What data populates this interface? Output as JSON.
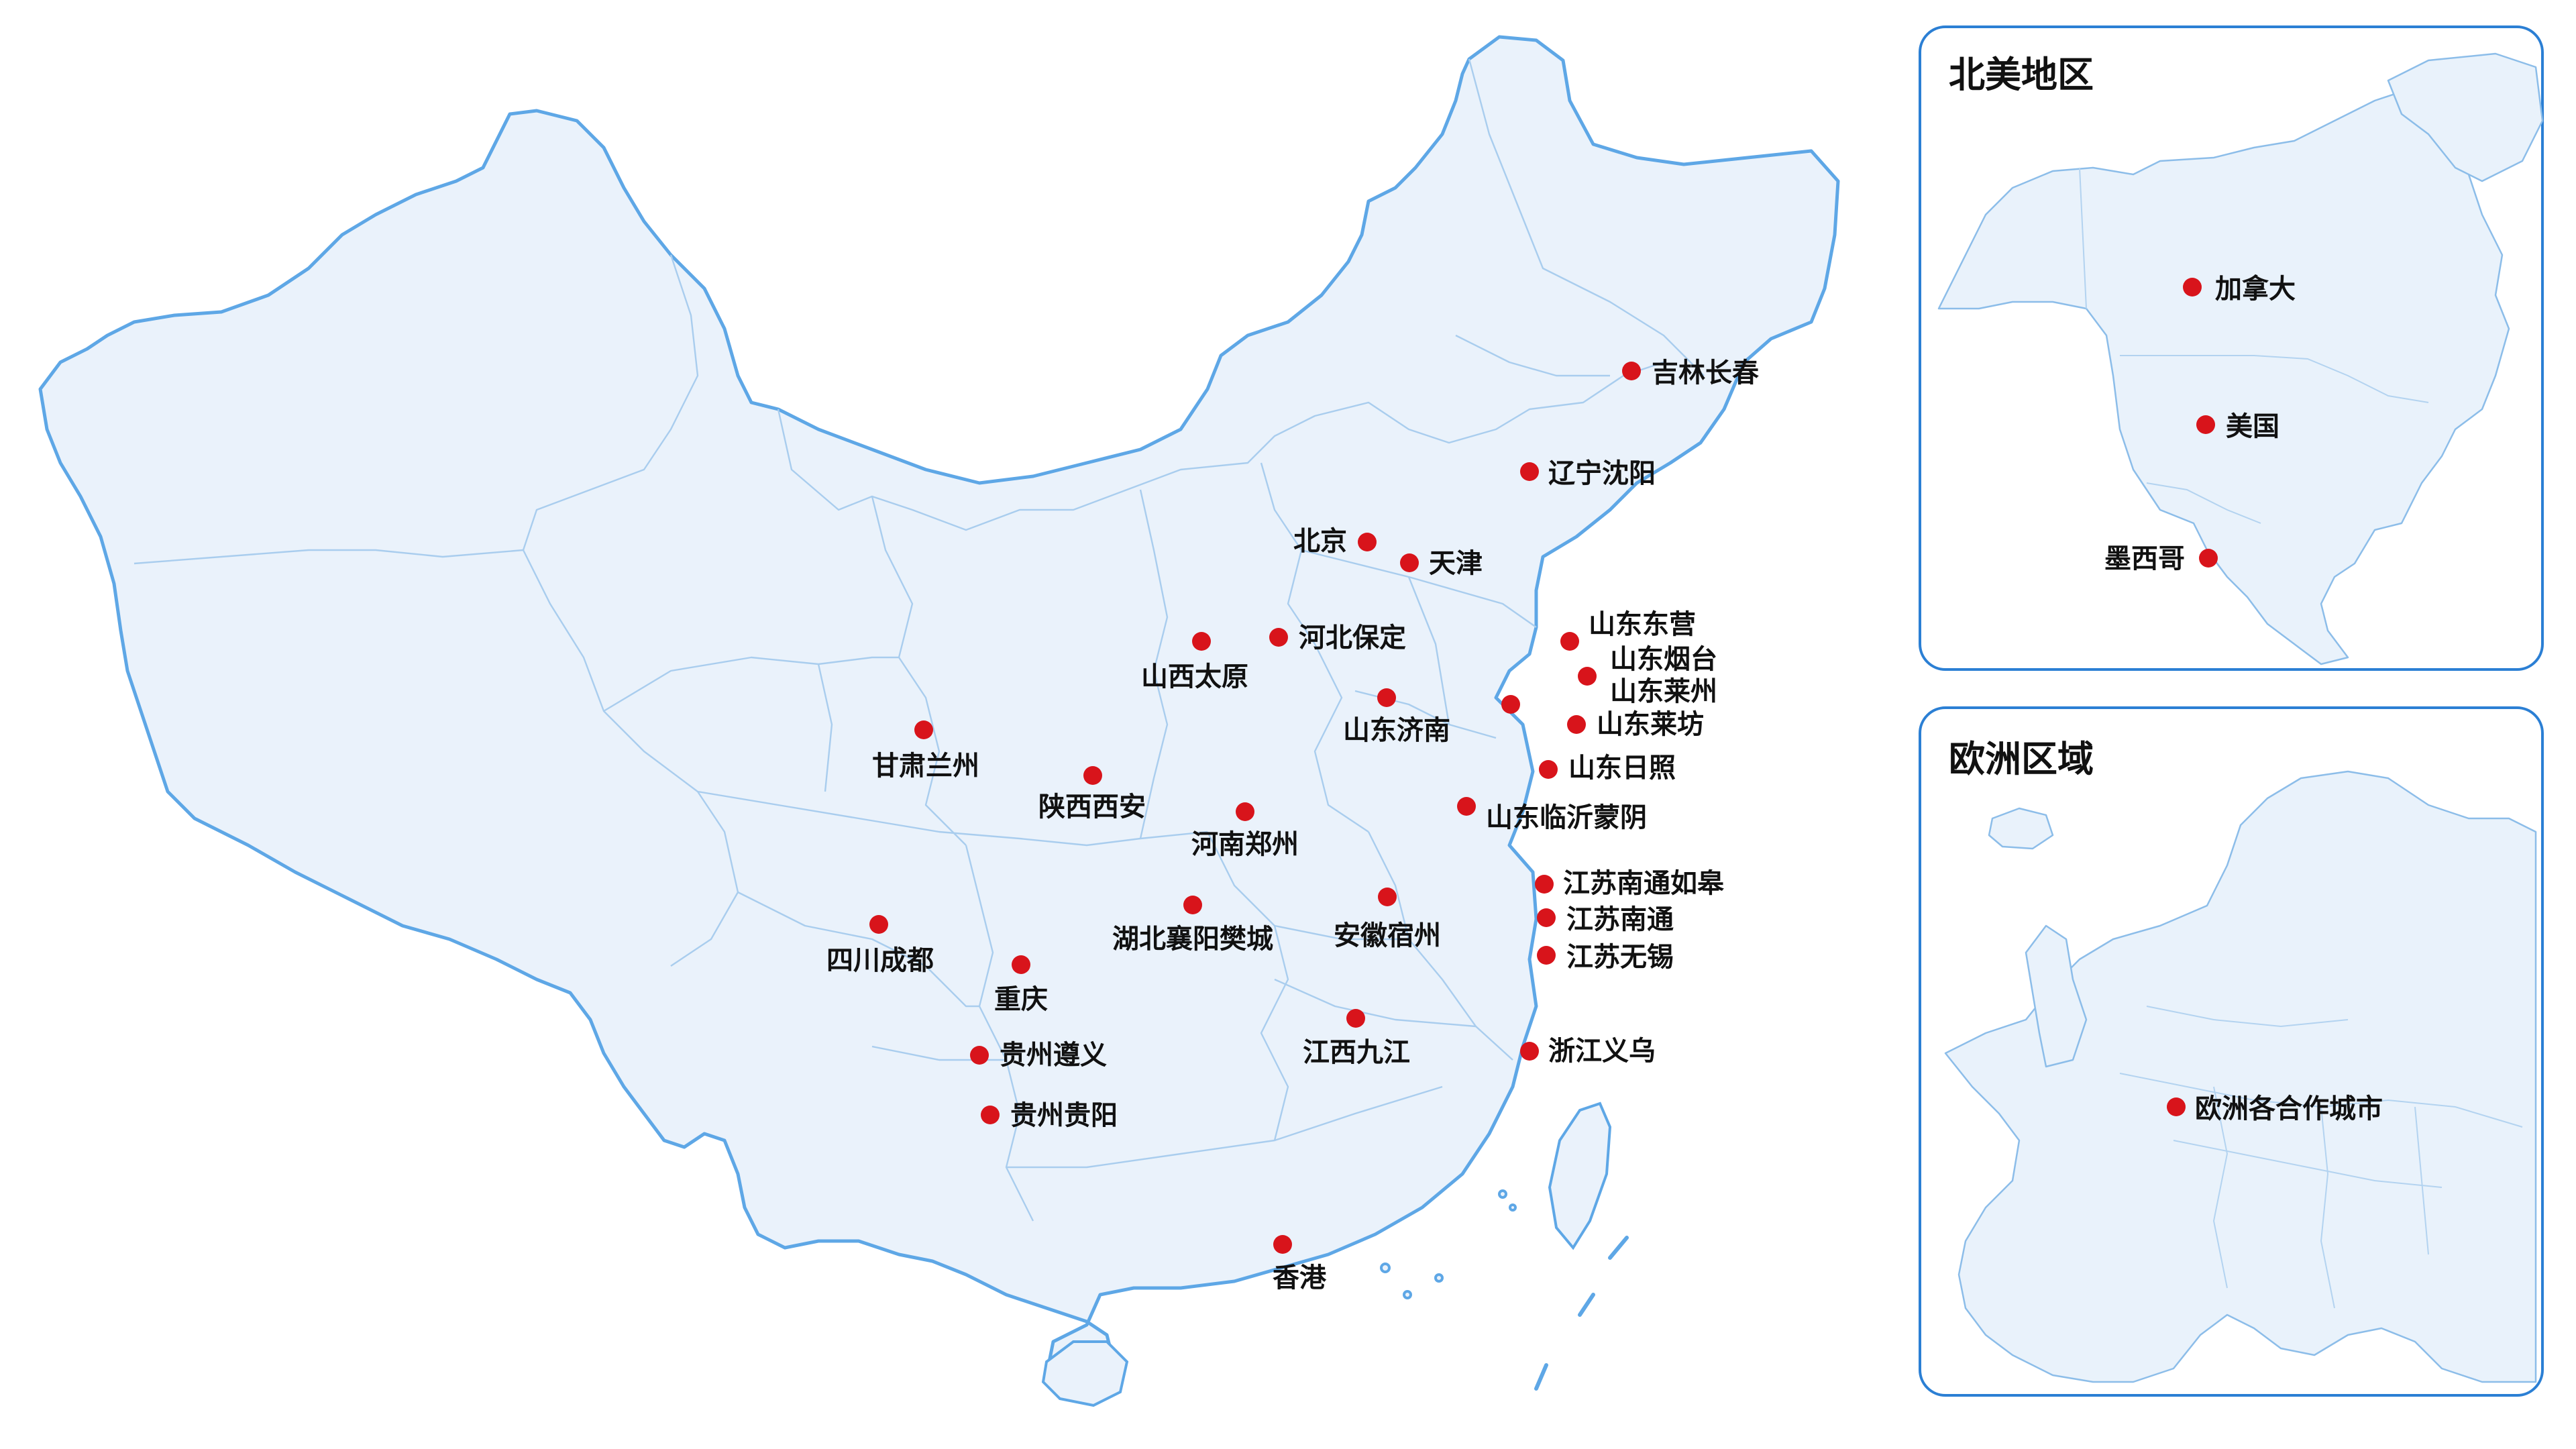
{
  "map": {
    "china_cities": [
      {
        "id": "jilin-changchun",
        "label": "吉林长春"
      },
      {
        "id": "liaoning-shenyang",
        "label": "辽宁沈阳"
      },
      {
        "id": "beijing",
        "label": "北京"
      },
      {
        "id": "tianjin",
        "label": "天津"
      },
      {
        "id": "hebei-baoding",
        "label": "河北保定"
      },
      {
        "id": "shanxi-taiyuan",
        "label": "山西太原"
      },
      {
        "id": "shandong-dongying",
        "label": "山东东营"
      },
      {
        "id": "shandong-yantai",
        "label": "山东烟台"
      },
      {
        "id": "shandong-laizhou",
        "label": "山东莱州"
      },
      {
        "id": "shandong-weifang",
        "label": "山东莱坊"
      },
      {
        "id": "shandong-jinan",
        "label": "山东济南"
      },
      {
        "id": "shandong-rizhao",
        "label": "山东日照"
      },
      {
        "id": "shandong-linyi-mengyin",
        "label": "山东临沂蒙阴"
      },
      {
        "id": "gansu-lanzhou",
        "label": "甘肃兰州"
      },
      {
        "id": "shaanxi-xian",
        "label": "陕西西安"
      },
      {
        "id": "henan-zhengzhou",
        "label": "河南郑州"
      },
      {
        "id": "jiangsu-nantong-rugao",
        "label": "江苏南通如皋"
      },
      {
        "id": "jiangsu-nantong",
        "label": "江苏南通"
      },
      {
        "id": "jiangsu-wuxi",
        "label": "江苏无锡"
      },
      {
        "id": "hubei-xiangyang-fancheng",
        "label": "湖北襄阳樊城"
      },
      {
        "id": "anhui-suzhou",
        "label": "安徽宿州"
      },
      {
        "id": "sichuan-chengdu",
        "label": "四川成都"
      },
      {
        "id": "chongqing",
        "label": "重庆"
      },
      {
        "id": "guizhou-zunyi",
        "label": "贵州遵义"
      },
      {
        "id": "guizhou-guiyang",
        "label": "贵州贵阳"
      },
      {
        "id": "jiangxi-jiujiang",
        "label": "江西九江"
      },
      {
        "id": "zhejiang-yiwu",
        "label": "浙江义乌"
      },
      {
        "id": "hongkong",
        "label": "香港"
      }
    ],
    "panels": [
      {
        "id": "north-america",
        "title": "北美地区",
        "cities": [
          {
            "id": "canada",
            "label": "加拿大"
          },
          {
            "id": "usa",
            "label": "美国"
          },
          {
            "id": "mexico",
            "label": "墨西哥"
          }
        ]
      },
      {
        "id": "europe",
        "title": "欧洲区域",
        "cities": [
          {
            "id": "europe-partners",
            "label": "欧洲各合作城市"
          }
        ]
      }
    ],
    "colors": {
      "marker": "#d8141b",
      "border": "#5ea7e6",
      "land": "#eaf2fb",
      "panel_frame": "#2b7fd4"
    }
  }
}
